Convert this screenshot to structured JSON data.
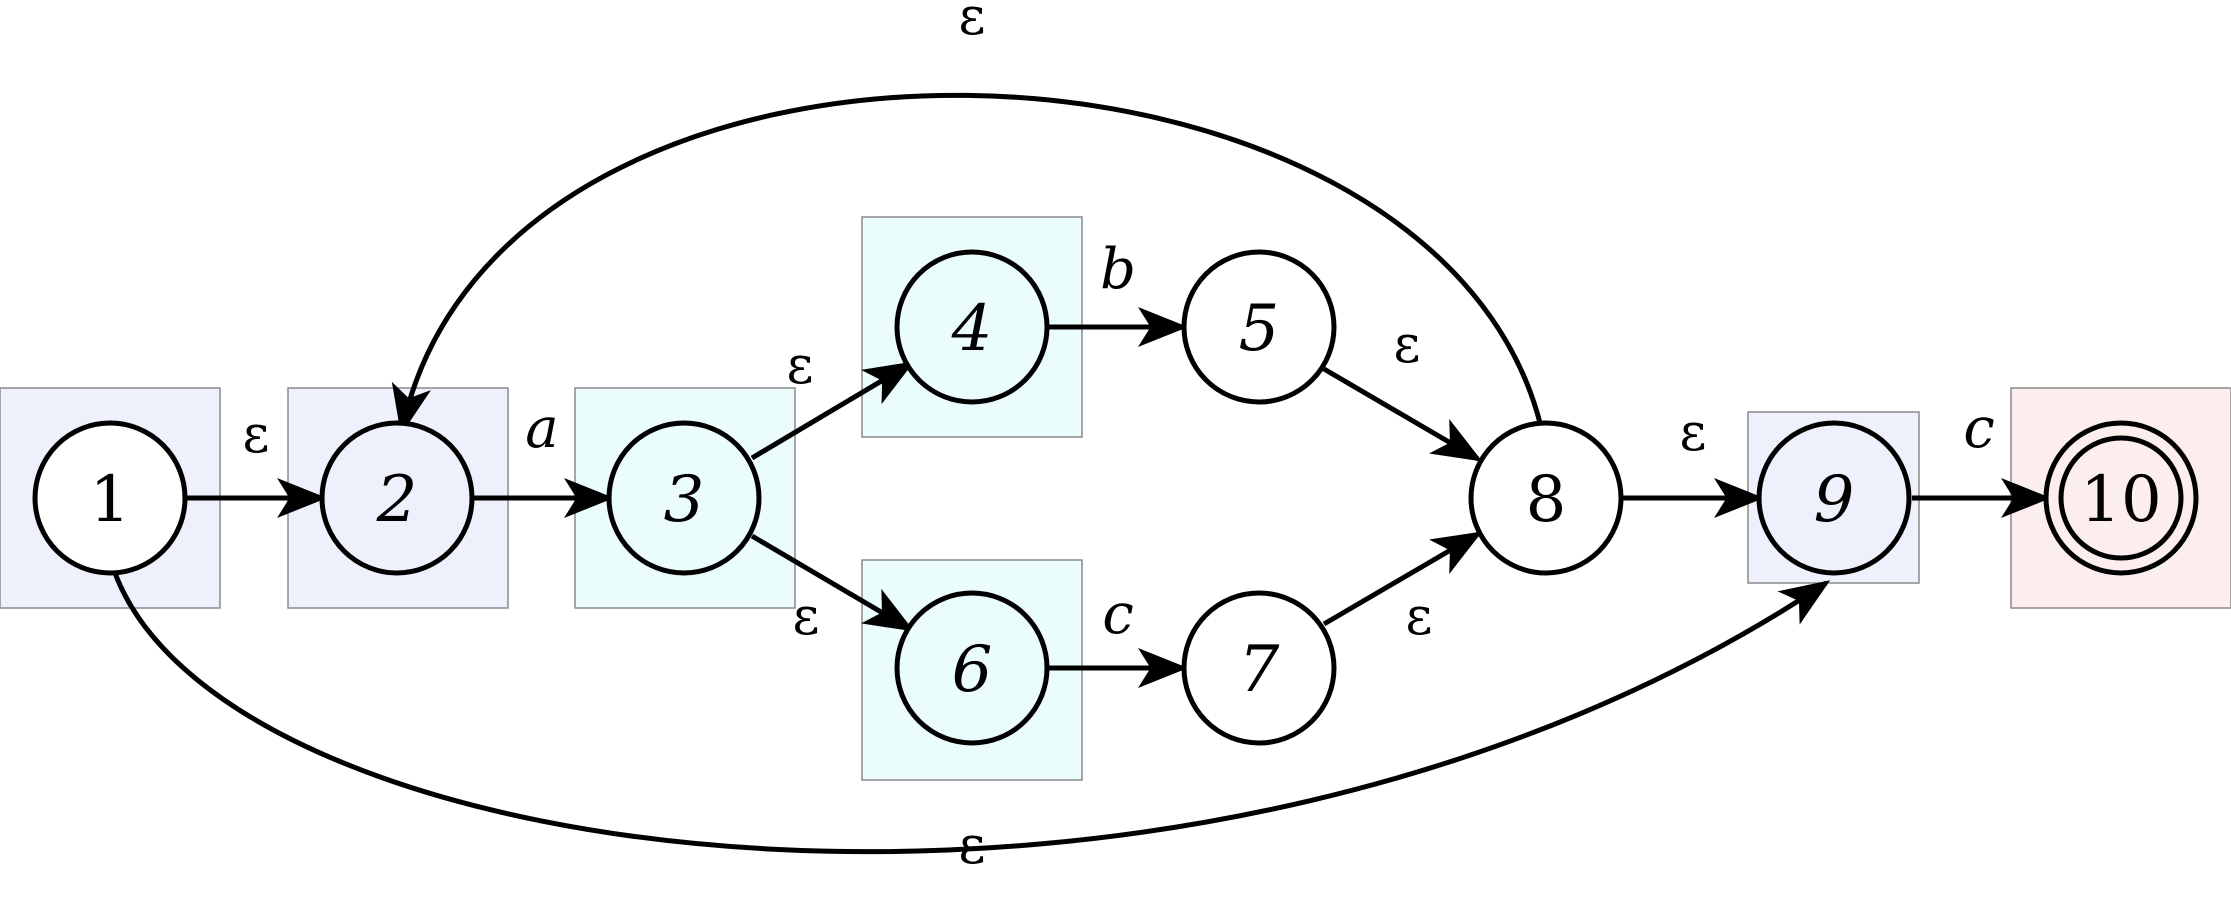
{
  "diagram": {
    "type": "NFA (Thompson construction)",
    "states": [
      {
        "id": "s1",
        "label": "1",
        "accepting": false,
        "highlight": "lavender"
      },
      {
        "id": "s2",
        "label": "2",
        "accepting": false,
        "highlight": "lavender"
      },
      {
        "id": "s3",
        "label": "3",
        "accepting": false,
        "highlight": "cyan"
      },
      {
        "id": "s4",
        "label": "4",
        "accepting": false,
        "highlight": "cyan"
      },
      {
        "id": "s5",
        "label": "5",
        "accepting": false,
        "highlight": "none"
      },
      {
        "id": "s6",
        "label": "6",
        "accepting": false,
        "highlight": "cyan"
      },
      {
        "id": "s7",
        "label": "7",
        "accepting": false,
        "highlight": "none"
      },
      {
        "id": "s8",
        "label": "8",
        "accepting": false,
        "highlight": "none"
      },
      {
        "id": "s9",
        "label": "9",
        "accepting": false,
        "highlight": "lavender"
      },
      {
        "id": "s10",
        "label": "10",
        "accepting": true,
        "highlight": "pink"
      }
    ],
    "transitions": [
      {
        "from": "1",
        "to": "2",
        "label": "ε"
      },
      {
        "from": "2",
        "to": "3",
        "label": "a"
      },
      {
        "from": "3",
        "to": "4",
        "label": "ε"
      },
      {
        "from": "3",
        "to": "6",
        "label": "ε"
      },
      {
        "from": "4",
        "to": "5",
        "label": "b"
      },
      {
        "from": "6",
        "to": "7",
        "label": "c"
      },
      {
        "from": "5",
        "to": "8",
        "label": "ε"
      },
      {
        "from": "7",
        "to": "8",
        "label": "ε"
      },
      {
        "from": "8",
        "to": "9",
        "label": "ε"
      },
      {
        "from": "9",
        "to": "10",
        "label": "c"
      },
      {
        "from": "8",
        "to": "2",
        "label": "ε"
      },
      {
        "from": "1",
        "to": "9",
        "label": "ε"
      }
    ],
    "colors": {
      "lavender_fill": "#eef0fc",
      "cyan_fill": "#ebfcfc",
      "pink_fill": "#fdeeee",
      "box_stroke": "#8a8a8a",
      "ink": "#000000"
    }
  }
}
